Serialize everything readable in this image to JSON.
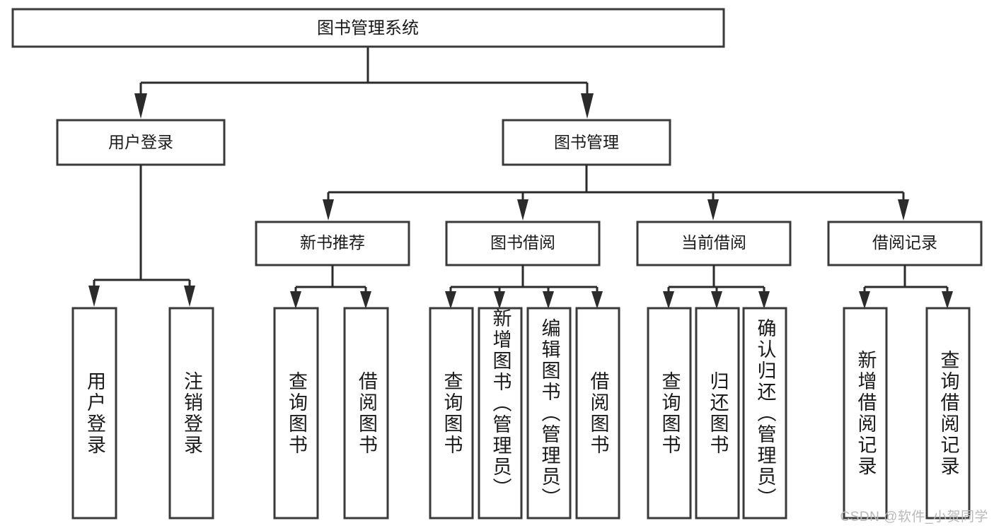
{
  "diagram": {
    "title": "图书管理系统",
    "type": "tree-hierarchy-chart",
    "watermark": "CSDN @软件_小贺同学",
    "colors": {
      "box_stroke": "#3a3a3a",
      "box_fill": "#ffffff",
      "connector": "#2b2b2b",
      "text": "#1a1a1a",
      "watermark": "#b9b9b9",
      "background": "#ffffff"
    },
    "root": {
      "label": "图书管理系统"
    },
    "level2": [
      {
        "label": "用户登录"
      },
      {
        "label": "图书管理"
      }
    ],
    "level3": [
      {
        "label": "新书推荐"
      },
      {
        "label": "图书借阅"
      },
      {
        "label": "当前借阅"
      },
      {
        "label": "借阅记录"
      }
    ],
    "leaves": {
      "user_login": [
        {
          "label": "用户登录"
        },
        {
          "label": "注销登录"
        }
      ],
      "new_book_recommend": [
        {
          "label": "查询图书"
        },
        {
          "label": "借阅图书"
        }
      ],
      "book_borrow": [
        {
          "label": "查询图书"
        },
        {
          "label": "新增图书（管理员）"
        },
        {
          "label": "编辑图书（管理员）"
        },
        {
          "label": "借阅图书"
        }
      ],
      "current_borrow": [
        {
          "label": "查询图书"
        },
        {
          "label": "归还图书"
        },
        {
          "label": "确认归还（管理员）"
        }
      ],
      "borrow_record": [
        {
          "label": "新增借阅记录"
        },
        {
          "label": "查询借阅记录"
        }
      ]
    }
  }
}
